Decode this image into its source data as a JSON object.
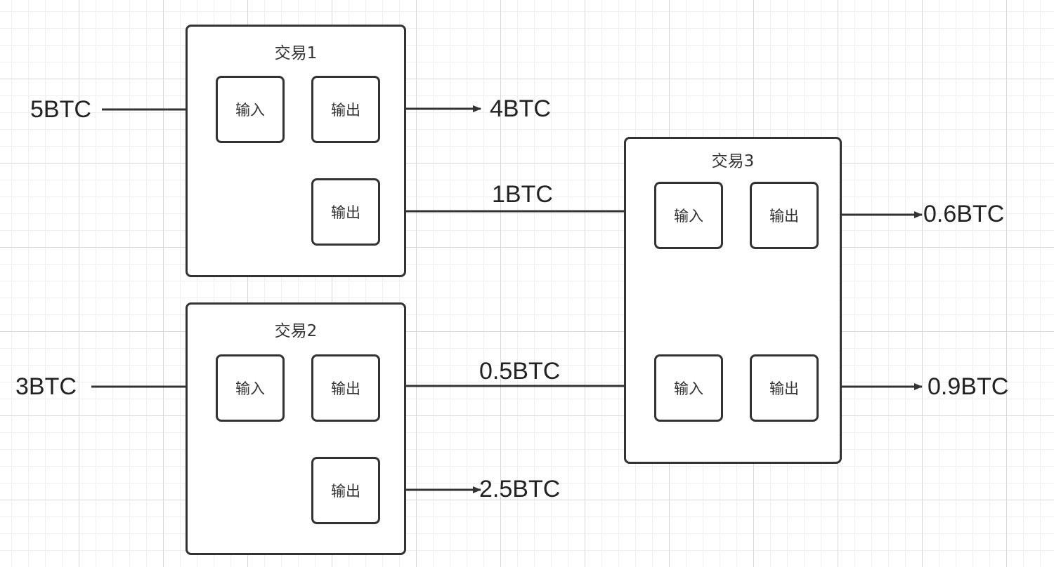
{
  "transactions": [
    {
      "title": "交易1",
      "ports": [
        "输入",
        "输出",
        "输出"
      ]
    },
    {
      "title": "交易2",
      "ports": [
        "输入",
        "输出",
        "输出"
      ]
    },
    {
      "title": "交易3",
      "ports": [
        "输入",
        "输出",
        "输入",
        "输出"
      ]
    }
  ],
  "amounts": {
    "tx1_in": "5BTC",
    "tx1_out_a": "4BTC",
    "tx1_out_b": "1BTC",
    "tx2_in": "3BTC",
    "tx2_out_a": "0.5BTC",
    "tx2_out_b": "2.5BTC",
    "tx3_out_a": "0.6BTC",
    "tx3_out_b": "0.9BTC"
  },
  "colors": {
    "line": "#333333",
    "grid": "#d6d6d6"
  }
}
